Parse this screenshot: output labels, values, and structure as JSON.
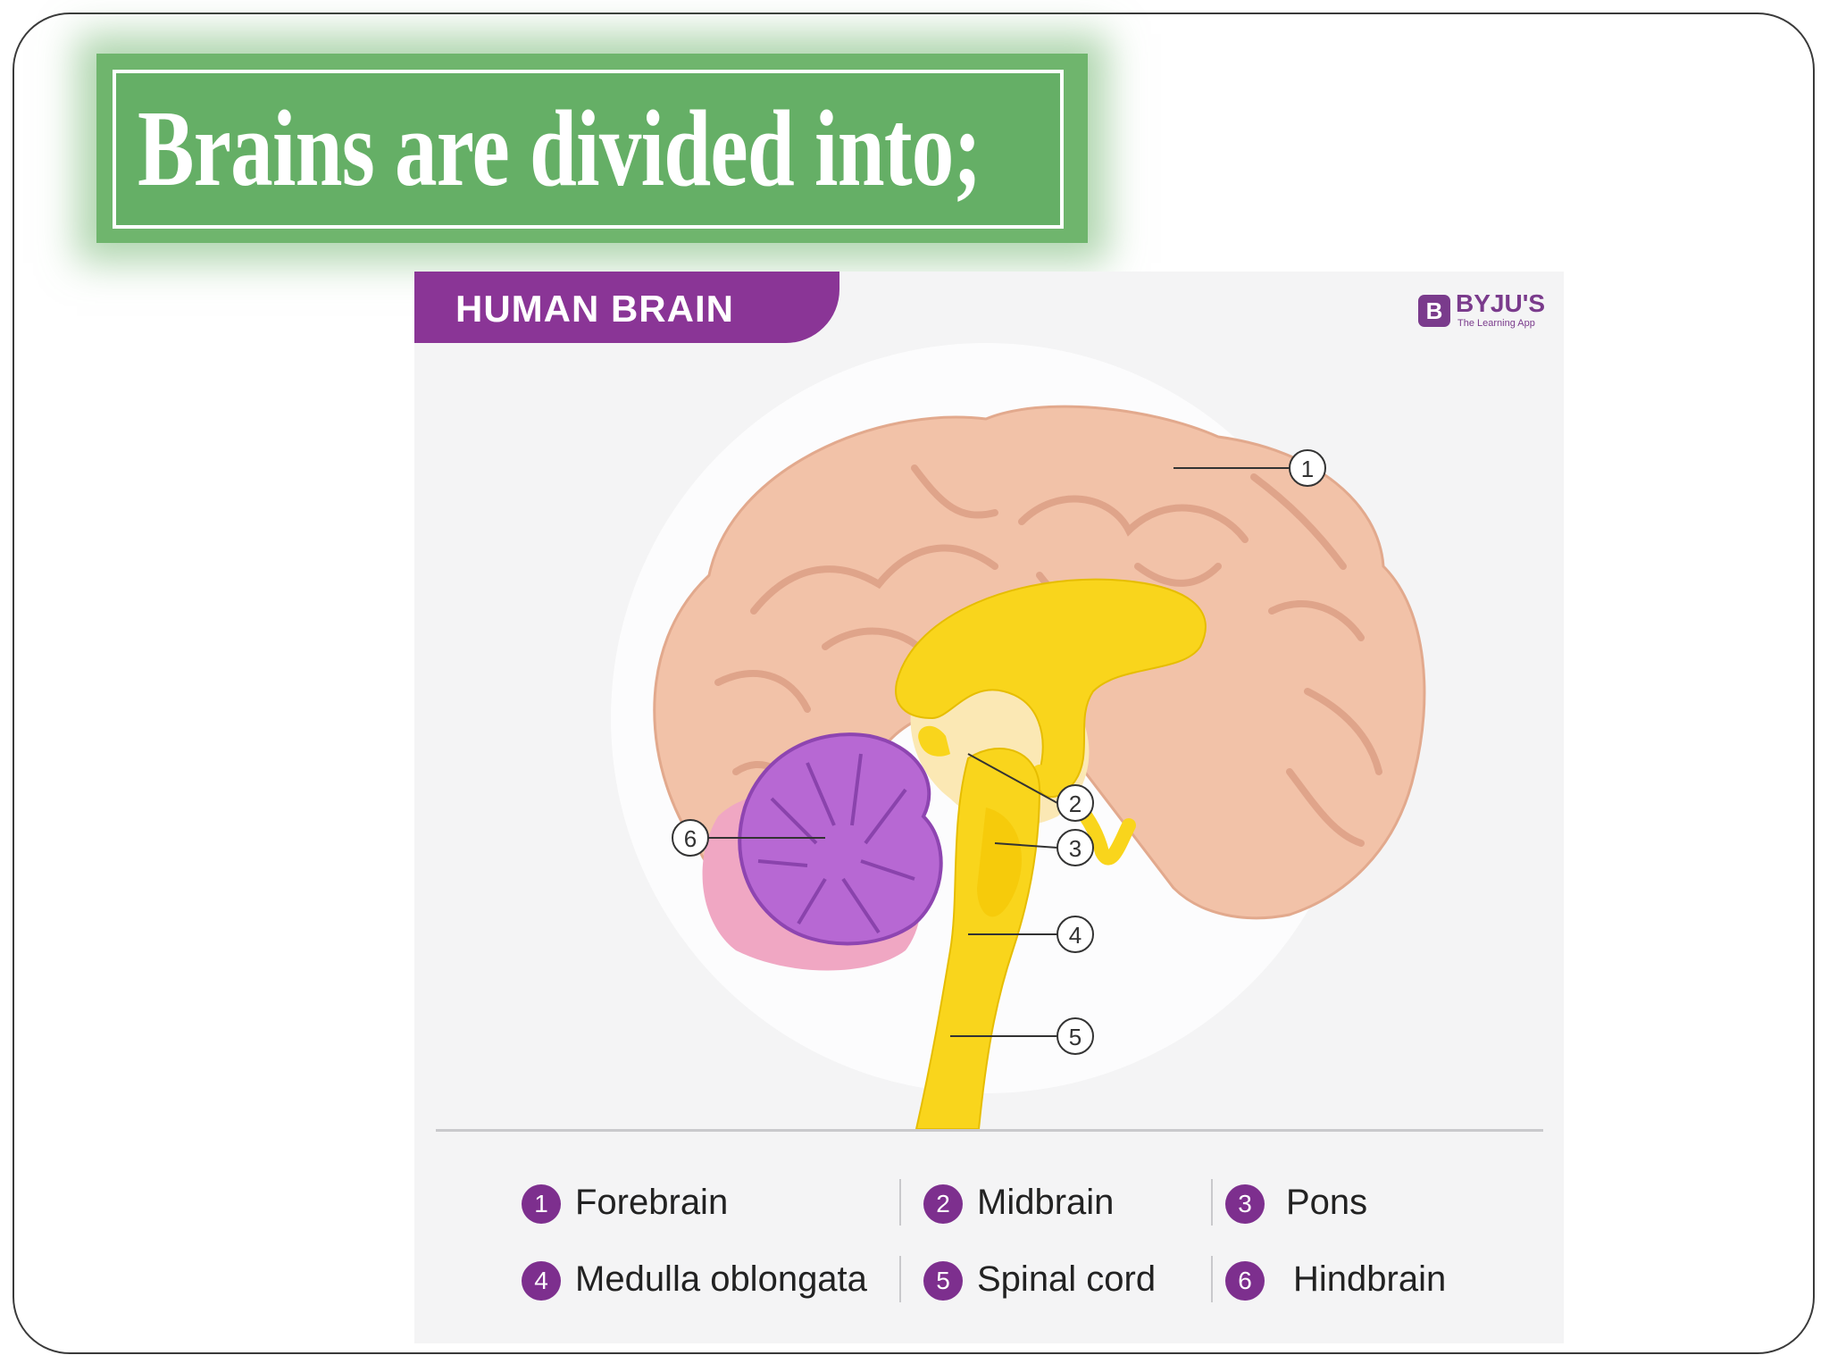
{
  "slide": {
    "title": "Brains are divided into;"
  },
  "figure": {
    "header": "HUMAN BRAIN",
    "brand": {
      "mark": "B",
      "name": "BYJU'S",
      "tagline": "The Learning App"
    },
    "callouts": [
      "1",
      "2",
      "3",
      "4",
      "5",
      "6"
    ],
    "legend": [
      {
        "num": "1",
        "label": "Forebrain"
      },
      {
        "num": "2",
        "label": "Midbrain"
      },
      {
        "num": "3",
        "label": "Pons"
      },
      {
        "num": "4",
        "label": "Medulla oblongata"
      },
      {
        "num": "5",
        "label": "Spinal cord"
      },
      {
        "num": "6",
        "label": "Hindbrain"
      }
    ],
    "colors": {
      "cerebrum": "#f2c2a8",
      "brainstem": "#f9d51c",
      "cerebellum": "#b768d3",
      "accent": "#8a3596"
    }
  }
}
